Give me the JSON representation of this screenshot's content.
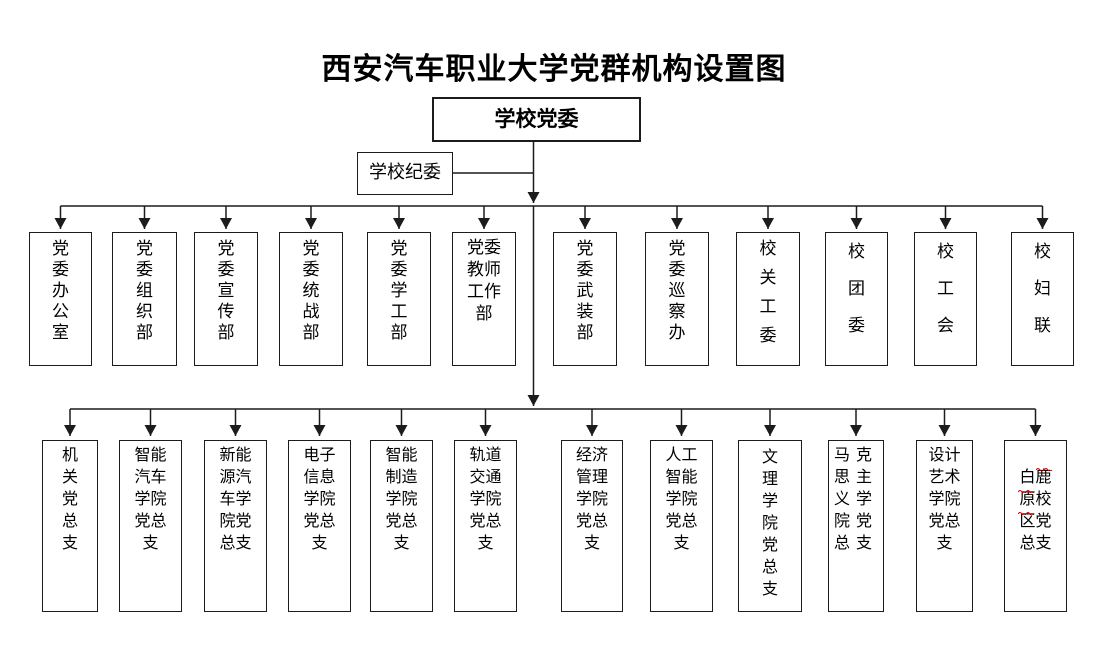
{
  "title": "西安汽车职业大学党群机构设置图",
  "root": {
    "label": "学校党委"
  },
  "discipline": {
    "label": "学校纪委"
  },
  "colors": {
    "line": "#1c1c1c",
    "text": "#000000",
    "squiggle": "#d40000",
    "background": "#ffffff"
  },
  "row1": {
    "items": [
      {
        "name": "党委办公室",
        "display": "党\n委\n办\n公\n室"
      },
      {
        "name": "党委组织部",
        "display": "党\n委\n组\n织\n部"
      },
      {
        "name": "党委宣传部",
        "display": "党\n委\n宣\n传\n部"
      },
      {
        "name": "党委统战部",
        "display": "党\n委\n统\n战\n部"
      },
      {
        "name": "党委学工部",
        "display": "党\n委\n学\n工\n部"
      },
      {
        "name": "党委教师工作部",
        "display": "党委\n教师\n工作\n部"
      },
      {
        "name": "党委武装部",
        "display": "党\n委\n武\n装\n部"
      },
      {
        "name": "党委巡察办",
        "display": "党\n委\n巡\n察\n办"
      },
      {
        "name": "校关工委",
        "display": "校\n关\n工\n委"
      },
      {
        "name": "校团委",
        "display": "校\n团\n委"
      },
      {
        "name": "校工会",
        "display": "校\n工\n会"
      },
      {
        "name": "校妇联",
        "display": "校\n妇\n联"
      }
    ]
  },
  "row2": {
    "items": [
      {
        "name": "机关党总支",
        "display": "机\n关\n党\n总\n支"
      },
      {
        "name": "智能汽车学院党总支",
        "display": "智能\n汽车\n学院\n党总\n支"
      },
      {
        "name": "新能源汽车学院党总支",
        "display": "新能\n源汽\n车学\n院党\n总支"
      },
      {
        "name": "电子信息学院党总支",
        "display": "电子\n信息\n学院\n党总\n支"
      },
      {
        "name": "智能制造学院党总支",
        "display": "智能\n制造\n学院\n党总\n支"
      },
      {
        "name": "轨道交通学院党总支",
        "display": "轨道\n交通\n学院\n党总\n支"
      },
      {
        "name": "经济管理学院党总支",
        "display": "经济\n管理\n学院\n党总\n支"
      },
      {
        "name": "人工智能学院党总支",
        "display": "人工\n智能\n学院\n党总\n支"
      },
      {
        "name": "文理学院党总支",
        "display": "文\n理\n学\n院\n党\n总\n支"
      },
      {
        "name": "马克思主义学院党总支",
        "display": "马克\n思主\n义学\n院党\n总支"
      },
      {
        "name": "设计艺术学院党总支",
        "display": "设计\n艺术\n学院\n党总\n支"
      },
      {
        "name": "白鹿原校区党总支",
        "display": "白鹿\n原校\n区党\n总支"
      }
    ]
  }
}
